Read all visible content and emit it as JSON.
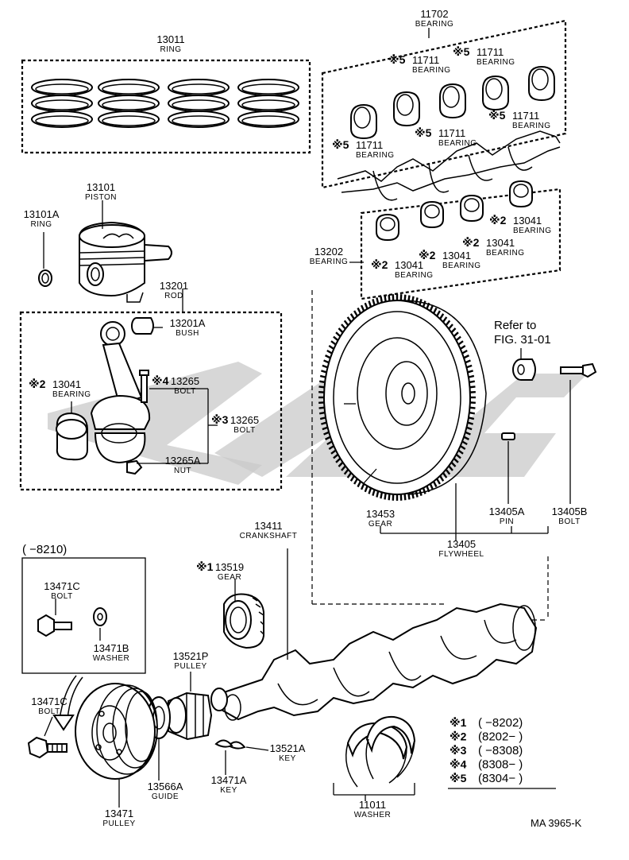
{
  "labels": {
    "c13011": {
      "num": "13011",
      "name": "RING"
    },
    "c11702": {
      "num": "11702",
      "name": "BEARING"
    },
    "c11711a": {
      "mark": "※5",
      "num": "11711",
      "name": "BEARING"
    },
    "c11711b": {
      "mark": "※5",
      "num": "11711",
      "name": "BEARING"
    },
    "c11711c": {
      "mark": "※5",
      "num": "11711",
      "name": "BEARING"
    },
    "c11711d": {
      "mark": "※5",
      "num": "11711",
      "name": "BEARING"
    },
    "c11711e": {
      "mark": "※5",
      "num": "11711",
      "name": "BEARING"
    },
    "c13101": {
      "num": "13101",
      "name": "PISTON"
    },
    "c13101A": {
      "num": "13101A",
      "name": "RING"
    },
    "c13202": {
      "num": "13202",
      "name": "BEARING"
    },
    "c13041a": {
      "mark": "※2",
      "num": "13041",
      "name": "BEARING"
    },
    "c13041b": {
      "mark": "※2",
      "num": "13041",
      "name": "BEARING"
    },
    "c13041c": {
      "mark": "※2",
      "num": "13041",
      "name": "BEARING"
    },
    "c13041d": {
      "mark": "※2",
      "num": "13041",
      "name": "BEARING"
    },
    "c13041e": {
      "mark": "※2",
      "num": "13041",
      "name": "BEARING"
    },
    "c13201": {
      "num": "13201",
      "name": "ROD"
    },
    "c13201A": {
      "num": "13201A",
      "name": "BUSH"
    },
    "c13265a": {
      "mark": "※4",
      "num": "13265",
      "name": "BOLT"
    },
    "c13265b": {
      "mark": "※3",
      "num": "13265",
      "name": "BOLT"
    },
    "c13265A": {
      "num": "13265A",
      "name": "NUT"
    },
    "refer": {
      "line1": "Refer to",
      "line2": "FIG. 31-01"
    },
    "c13453": {
      "num": "13453",
      "name": "GEAR"
    },
    "c13405A": {
      "num": "13405A",
      "name": "PIN"
    },
    "c13405B": {
      "num": "13405B",
      "name": "BOLT"
    },
    "c13405": {
      "num": "13405",
      "name": "FLYWHEEL"
    },
    "c13411": {
      "num": "13411",
      "name": "CRANKSHAFT"
    },
    "date8210": {
      "text": "(     −8210)"
    },
    "c13471C1": {
      "num": "13471C",
      "name": "BOLT"
    },
    "c13471B": {
      "num": "13471B",
      "name": "WASHER"
    },
    "c13519": {
      "mark": "※1",
      "num": "13519",
      "name": "GEAR"
    },
    "c13521P": {
      "num": "13521P",
      "name": "PULLEY"
    },
    "c13471C2": {
      "num": "13471C",
      "name": "BOLT"
    },
    "c13521A": {
      "num": "13521A",
      "name": "KEY"
    },
    "c13566A": {
      "num": "13566A",
      "name": "GUIDE"
    },
    "c13471A": {
      "num": "13471A",
      "name": "KEY"
    },
    "c13471": {
      "num": "13471",
      "name": "PULLEY"
    },
    "c11011": {
      "num": "11011",
      "name": "WASHER"
    },
    "code": "MA  3965-K"
  },
  "legend": [
    {
      "mark": "※1",
      "range": "(        −8202)"
    },
    {
      "mark": "※2",
      "range": "(8202−       )"
    },
    {
      "mark": "※3",
      "range": "(        −8308)"
    },
    {
      "mark": "※4",
      "range": "(8308−       )"
    },
    {
      "mark": "※5",
      "range": "(8304−       )"
    }
  ]
}
